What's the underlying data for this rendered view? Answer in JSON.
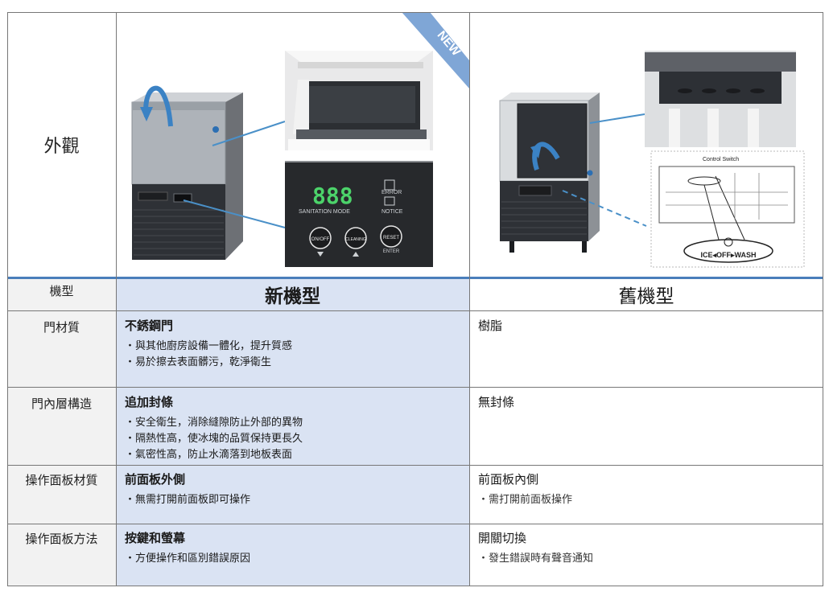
{
  "rows": {
    "appearance": {
      "label": "外觀"
    },
    "model": {
      "label": "機型",
      "new": "新機型",
      "old": "舊機型"
    },
    "door_material": {
      "label": "門材質",
      "new_title": "不銹鋼門",
      "new_points": [
        "・與其他廚房設備一體化，提升質感",
        "・易於擦去表面髒污，乾淨衛生"
      ],
      "old": "樹脂"
    },
    "door_inner": {
      "label": "門內層構造",
      "new_title": "追加封條",
      "new_points": [
        "・安全衛生，消除縫隙防止外部的異物",
        "・隔熱性高，使冰塊的品質保持更長久",
        "・氣密性高，防止水滴落到地板表面"
      ],
      "old": "無封條"
    },
    "panel_material": {
      "label": "操作面板材質",
      "new_title": "前面板外側",
      "new_points": [
        "・無需打開前面板即可操作"
      ],
      "old_title": "前面板內側",
      "old_points": [
        "・需打開前面板操作"
      ]
    },
    "panel_method": {
      "label": "操作面板方法",
      "new_title": "按鍵和螢幕",
      "new_points": [
        "・方便操作和區別錯誤原因"
      ],
      "old_title": "開關切換",
      "old_points": [
        "・發生錯誤時有聲音通知"
      ]
    }
  },
  "images": {
    "new_badge": "NEW",
    "display_digits": "888",
    "display_labels": {
      "error": "ERROR",
      "notice": "NOTICE",
      "sanitation": "SANITATION MODE"
    },
    "buttons": {
      "onoff": "ON/OFF",
      "cleaning": "CLEANING",
      "reset": "RESET",
      "enter": "ENTER"
    },
    "switch_title": "Control Switch",
    "switch_label": "ICE◂OFF▸WASH"
  },
  "colors": {
    "new_column_bg": "#dae3f3",
    "accent_blue": "#4a90c8",
    "display_green": "#4cd36a"
  }
}
